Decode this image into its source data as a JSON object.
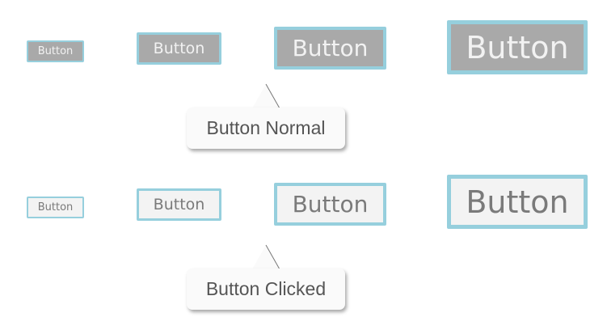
{
  "colors": {
    "border": "#96cfdd",
    "normal_fill": "#a9a9a9",
    "clicked_fill": "#f3f3f3"
  },
  "normal_row": {
    "buttons": [
      "Button",
      "Button",
      "Button",
      "Button"
    ],
    "callout": "Button Normal"
  },
  "clicked_row": {
    "buttons": [
      "Button",
      "Button",
      "Button",
      "Button"
    ],
    "callout": "Button Clicked"
  }
}
